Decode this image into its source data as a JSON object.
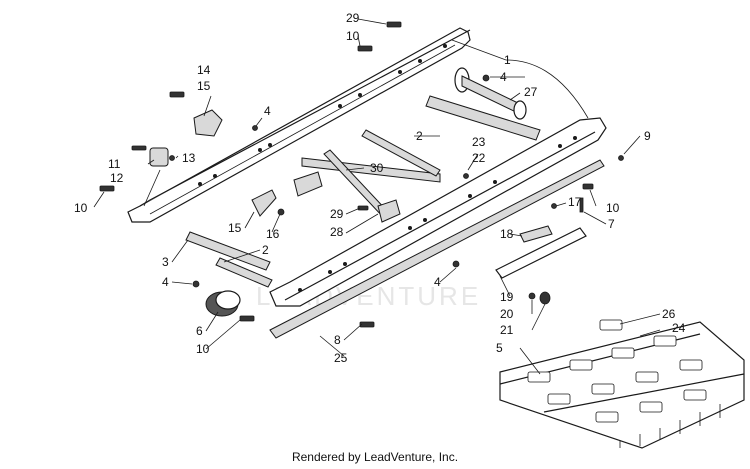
{
  "watermark": "LEADVENTURE",
  "footer": "Rendered by LeadVenture, Inc.",
  "callouts": [
    "29",
    "10",
    "1",
    "4",
    "27",
    "14",
    "15",
    "4",
    "2",
    "9",
    "23",
    "22",
    "11",
    "13",
    "12",
    "30",
    "10",
    "10",
    "17",
    "7",
    "15",
    "16",
    "29",
    "28",
    "18",
    "3",
    "2",
    "4",
    "4",
    "19",
    "20",
    "21",
    "26",
    "24",
    "5",
    "6",
    "10",
    "8",
    "25"
  ]
}
